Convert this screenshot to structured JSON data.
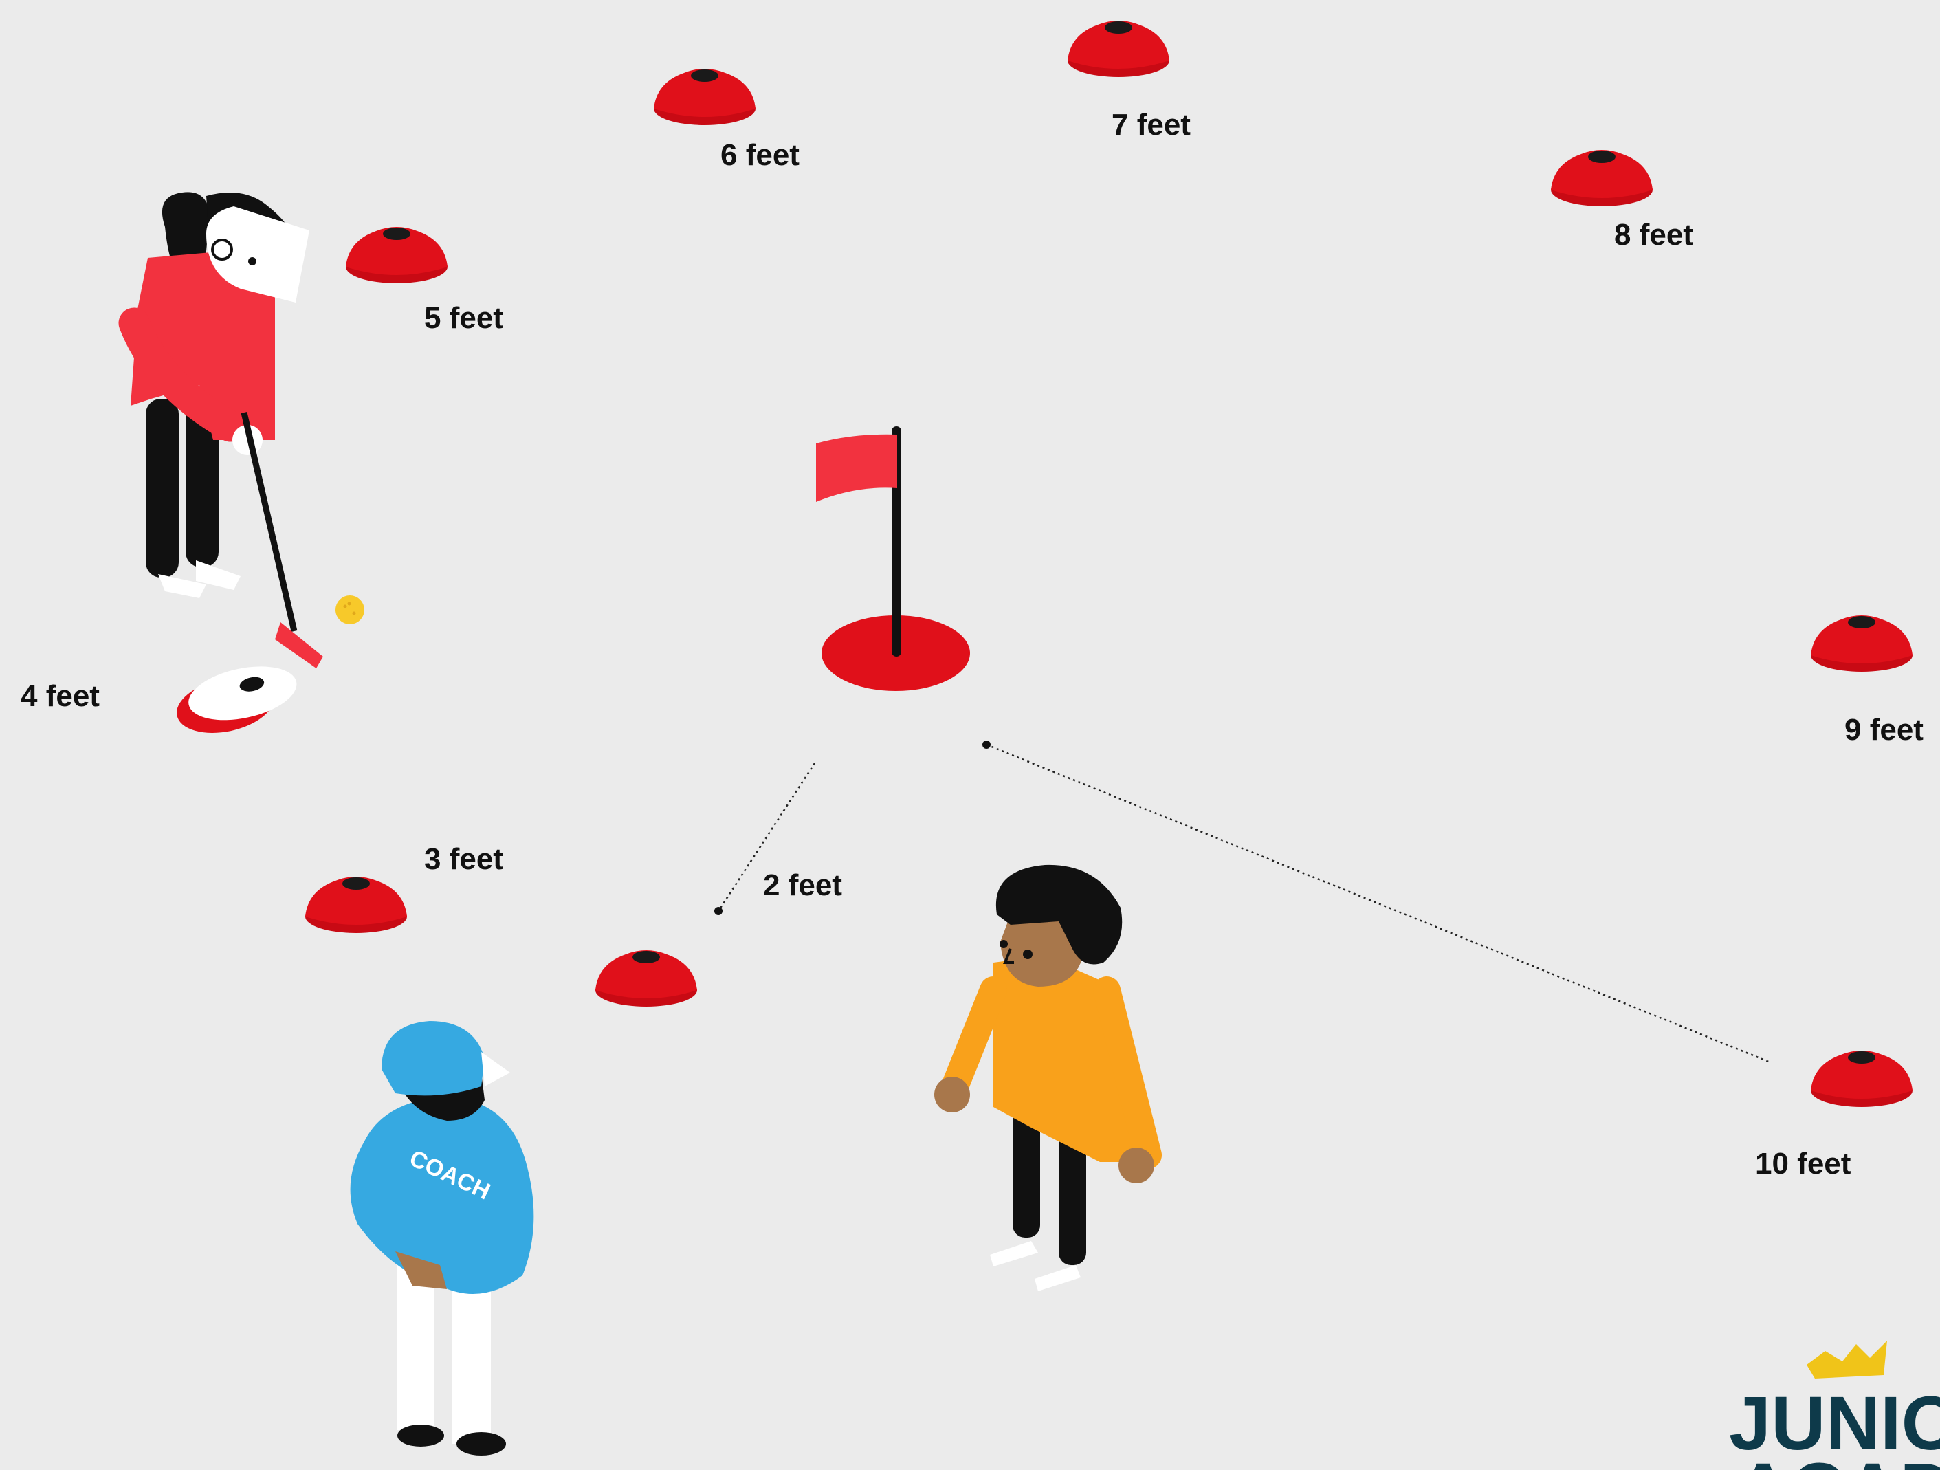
{
  "distance_labels": [
    "2 feet",
    "3 feet",
    "4 feet",
    "5 feet",
    "6 feet",
    "7 feet",
    "8 feet",
    "9 feet",
    "10 feet"
  ],
  "coach_shirt_text": "COACH",
  "logo": {
    "line1": "JUNIOR",
    "line2": "ACADEMY"
  },
  "colors": {
    "background": "#ebebeb",
    "cone": "#e0101a",
    "flag": "#f2323f",
    "coach_shirt": "#36a9e1",
    "kid_shirt": "#f9a11b",
    "golfer_shirt": "#f2323f",
    "ball": "#f7c92a",
    "logo_text": "#0e3a4a",
    "logo_accent": "#f0c419"
  },
  "icons": [
    "cone-icon",
    "flag-icon",
    "golf-ball-icon",
    "putter-icon",
    "coach-figure",
    "kid-figure",
    "golfer-figure"
  ]
}
